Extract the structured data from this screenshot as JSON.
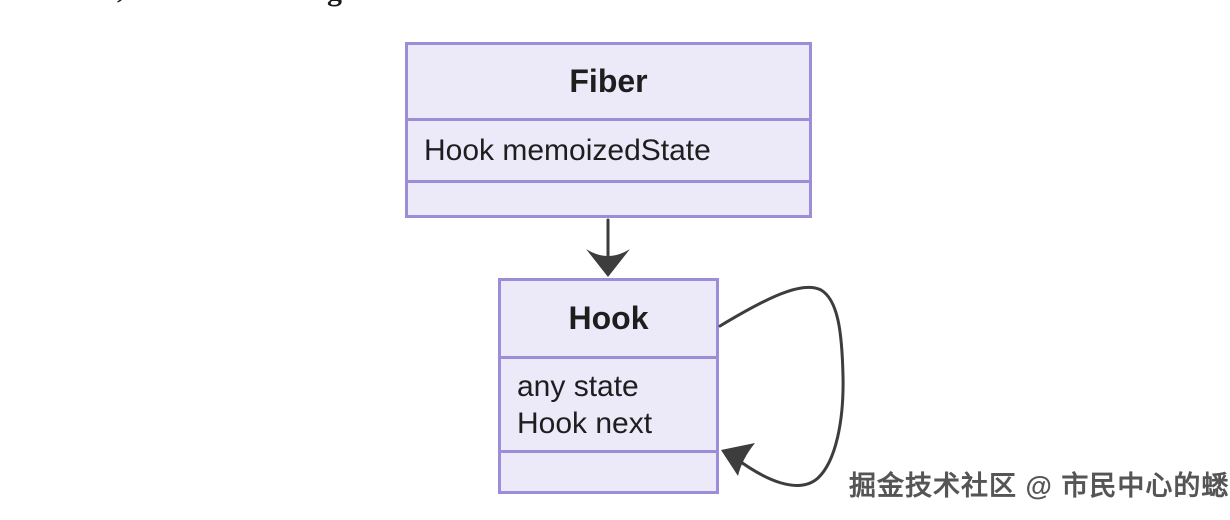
{
  "cropped_heading_fragments": {
    "glyph1": ",",
    "glyph2": "g"
  },
  "diagram": {
    "fiber_node": {
      "title": "Fiber",
      "field": "Hook memoizedState"
    },
    "hook_node": {
      "title": "Hook",
      "fields": [
        "any state",
        "Hook next"
      ]
    },
    "colors": {
      "node_fill": "#ECE9F9",
      "node_border": "#9D8DD8",
      "arrow": "#3D3D3D",
      "text": "#1E1E1E"
    }
  },
  "watermark": {
    "text": "掘金技术社区 @ 市民中心的蟋蟀",
    "color": "#555555"
  }
}
